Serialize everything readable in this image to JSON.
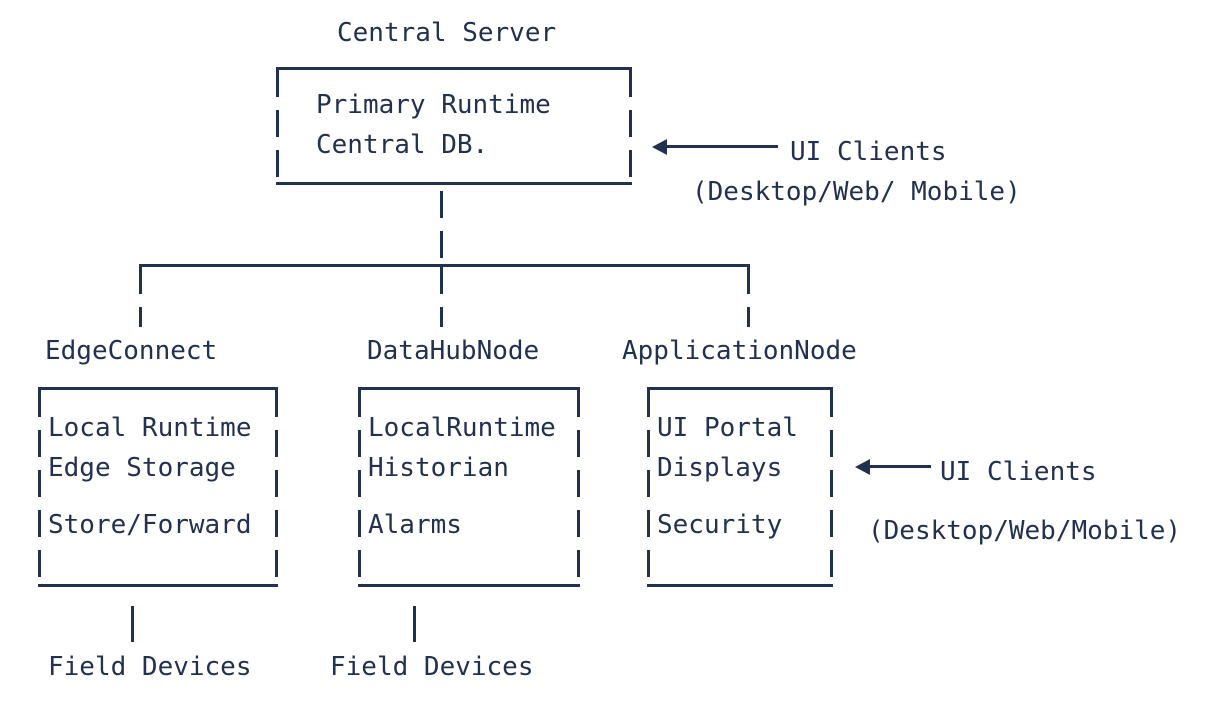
{
  "colors": {
    "ink": "#233150",
    "background": "#ffffff"
  },
  "diagram": {
    "central": {
      "title": "Central Server",
      "box_lines": [
        "Primary Runtime",
        "Central DB."
      ],
      "annotation": {
        "line1": "UI Clients",
        "line2": "(Desktop/Web/ Mobile)"
      }
    },
    "nodes": [
      {
        "title": "EdgeConnect",
        "box_lines": [
          "Local Runtime",
          "Edge Storage",
          "Store/Forward"
        ],
        "footer": "Field Devices"
      },
      {
        "title": "DataHubNode",
        "box_lines": [
          "LocalRuntime",
          "Historian",
          "Alarms"
        ],
        "footer": "Field Devices"
      },
      {
        "title": "ApplicationNode",
        "box_lines": [
          "UI Portal",
          "Displays",
          "Security"
        ],
        "annotation": {
          "line1": "UI Clients",
          "line2": "(Desktop/Web/Mobile)"
        }
      }
    ]
  }
}
